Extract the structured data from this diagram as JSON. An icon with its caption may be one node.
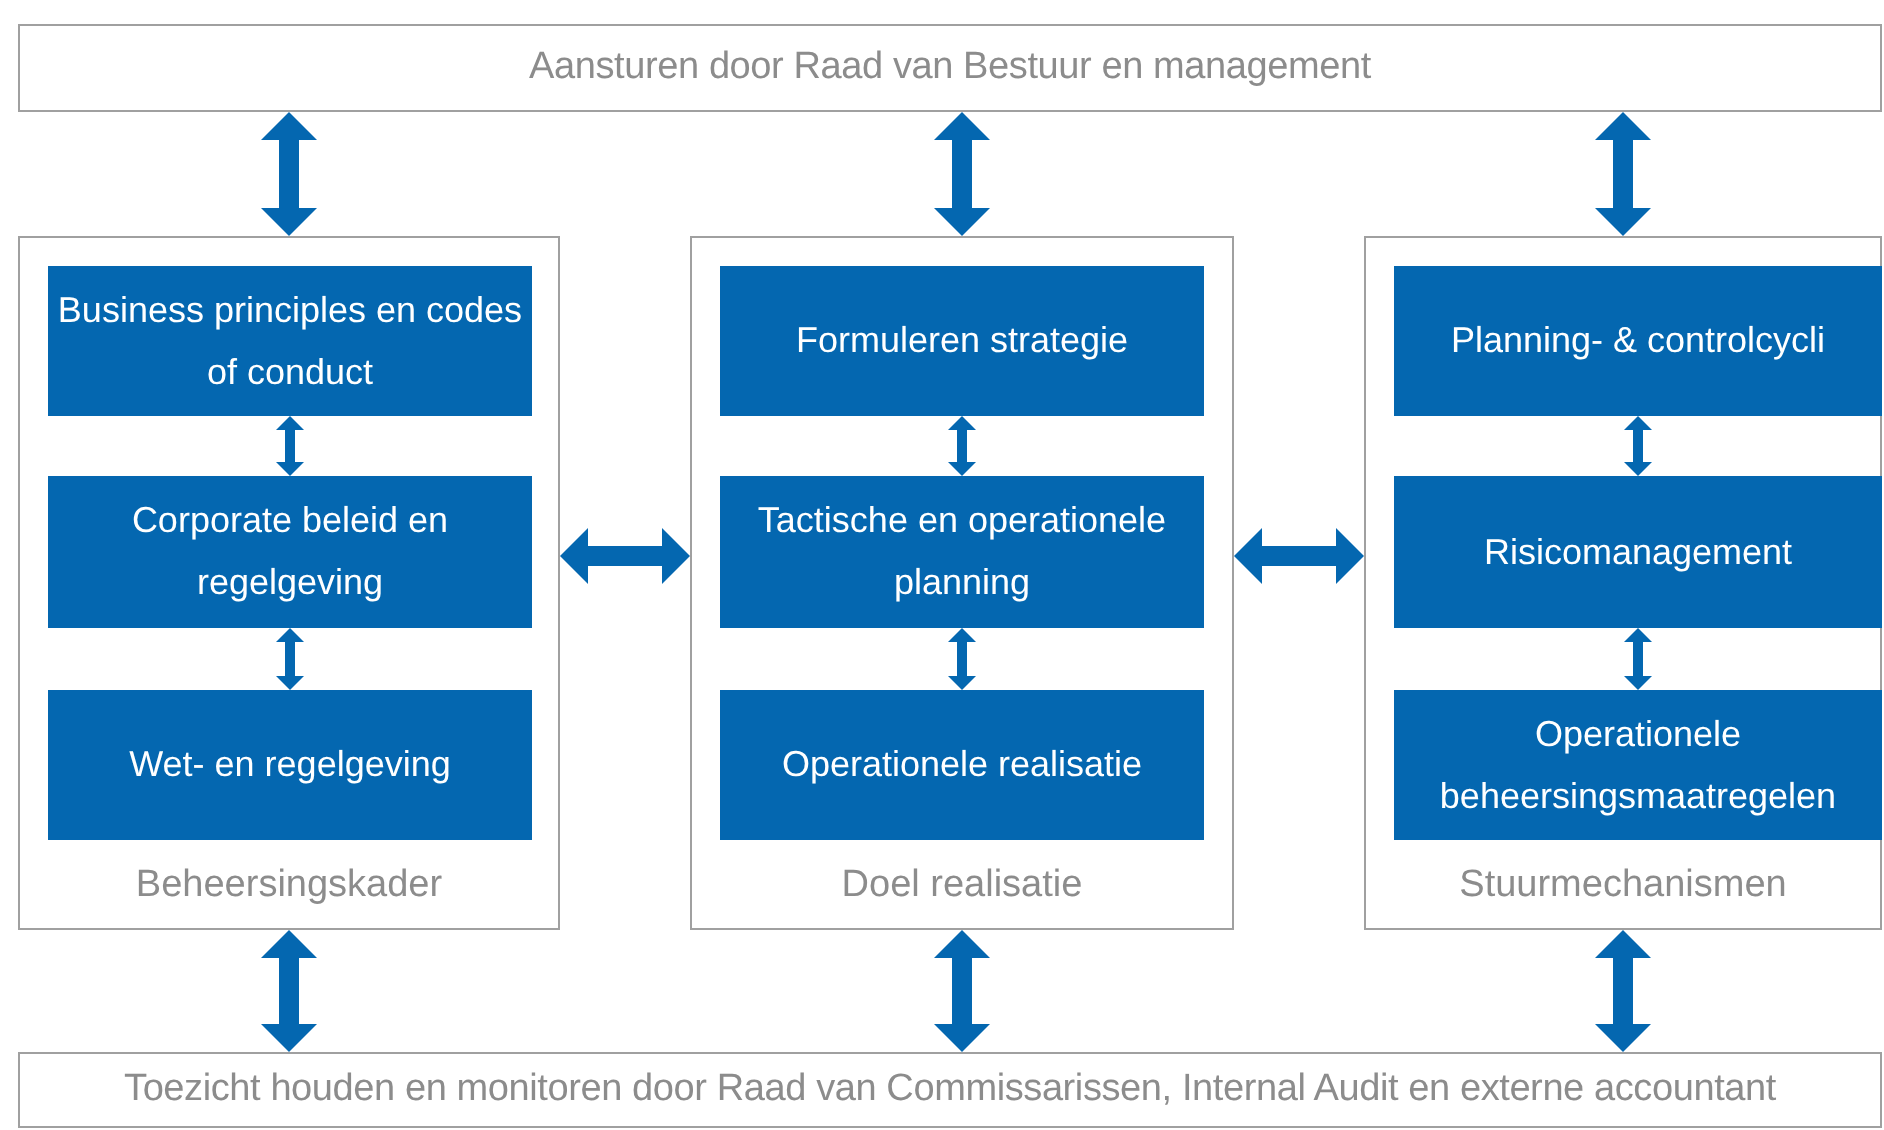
{
  "diagram": {
    "nodes": [
      {
        "text": [
          "Aansturen door Raad van Bestuur en management"
        ]
      },
      {
        "text": [
          "Beheersingskader"
        ]
      },
      {
        "text": [
          "Business principles en codes of conduct"
        ],
        "in": 1
      },
      {
        "text": [
          "Corporate beleid en regelgeving"
        ],
        "in": 1
      },
      {
        "text": [
          "Wet- en regelgeving"
        ],
        "in": 1
      },
      {
        "text": [
          "Doel realisatie"
        ]
      },
      {
        "text": [
          "Formuleren strategie"
        ],
        "in": 5
      },
      {
        "text": [
          "Tactische en operationele planning"
        ],
        "in": 5
      },
      {
        "text": [
          "Operationele realisatie"
        ],
        "in": 5
      },
      {
        "text": [
          "Stuurmechanismen"
        ]
      },
      {
        "text": [
          "Planning- & controlcycli"
        ],
        "in": 9
      },
      {
        "text": [
          "Risicomanagement"
        ],
        "in": 9
      },
      {
        "text": [
          "Operationele beheersingsmaatregelen"
        ],
        "in": 9
      },
      {
        "text": [
          "Toezicht houden en monitoren door Raad van Commissarissen, Internal Audit en externe accountant"
        ]
      }
    ],
    "edges": [
      {
        "from": 0,
        "to": 1,
        "arrow": "both"
      },
      {
        "from": 0,
        "to": 5,
        "arrow": "both"
      },
      {
        "from": 0,
        "to": 9,
        "arrow": "both"
      },
      {
        "from": 2,
        "to": 3,
        "arrow": "both"
      },
      {
        "from": 3,
        "to": 4,
        "arrow": "both"
      },
      {
        "from": 6,
        "to": 7,
        "arrow": "both"
      },
      {
        "from": 7,
        "to": 8,
        "arrow": "both"
      },
      {
        "from": 10,
        "to": 11,
        "arrow": "both"
      },
      {
        "from": 11,
        "to": 12,
        "arrow": "both"
      },
      {
        "from": 1,
        "to": 5,
        "arrow": "both"
      },
      {
        "from": 5,
        "to": 9,
        "arrow": "both"
      },
      {
        "from": 1,
        "to": 13,
        "arrow": "both"
      },
      {
        "from": 5,
        "to": 13,
        "arrow": "both"
      },
      {
        "from": 9,
        "to": 13,
        "arrow": "both"
      }
    ]
  }
}
